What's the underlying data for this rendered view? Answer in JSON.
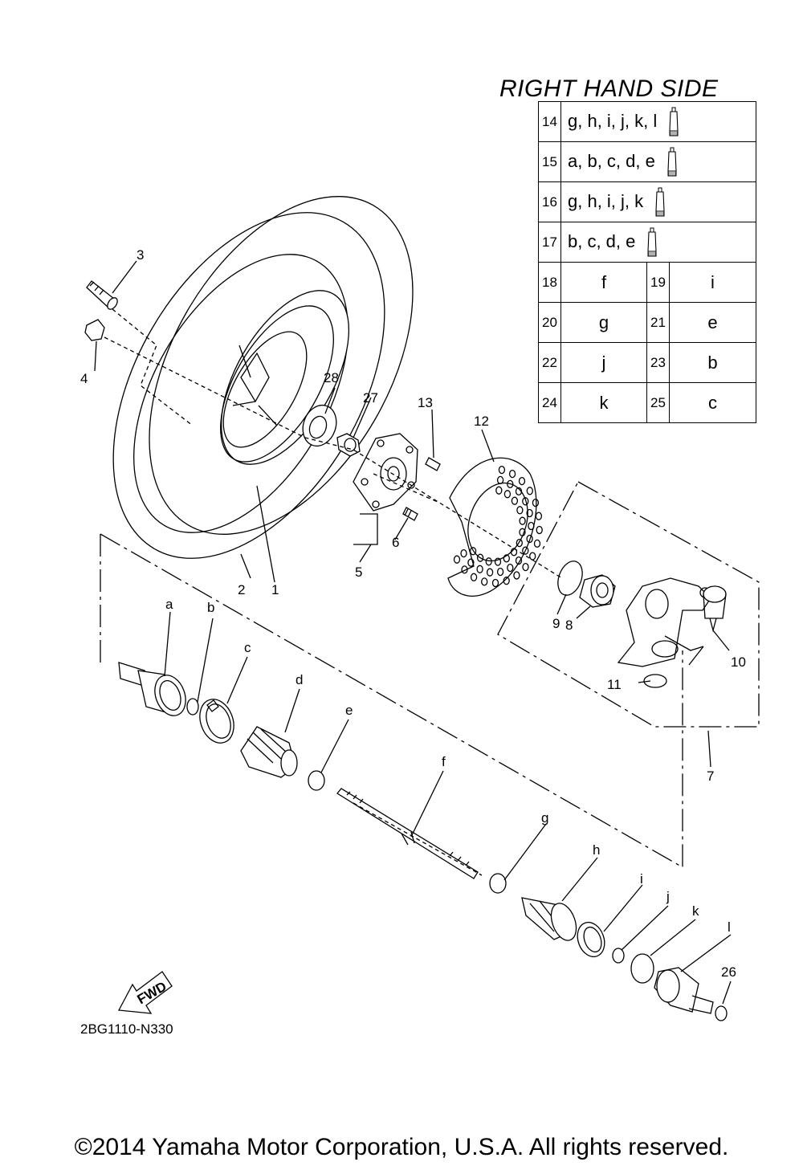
{
  "table": {
    "title": "RIGHT HAND SIDE",
    "wide_rows": [
      {
        "num": "14",
        "letters": "g, h, i, j, k, l"
      },
      {
        "num": "15",
        "letters": "a, b, c, d, e"
      },
      {
        "num": "16",
        "letters": "g, h, i, j, k"
      },
      {
        "num": "17",
        "letters": "b, c, d, e"
      }
    ],
    "pair_rows": [
      {
        "n1": "18",
        "v1": "f",
        "n2": "19",
        "v2": "i"
      },
      {
        "n1": "20",
        "v1": "g",
        "n2": "21",
        "v2": "e"
      },
      {
        "n1": "22",
        "v1": "j",
        "n2": "23",
        "v2": "b"
      },
      {
        "n1": "24",
        "v1": "k",
        "n2": "25",
        "v2": "c"
      }
    ]
  },
  "labels": {
    "l1": "1",
    "l2": "2",
    "l3": "3",
    "l4": "4",
    "l5": "5",
    "l6": "6",
    "l7": "7",
    "l8": "8",
    "l9": "9",
    "l10": "10",
    "l11": "11",
    "l12": "12",
    "l13": "13",
    "l26": "26",
    "l27": "27",
    "l28": "28",
    "la": "a",
    "lb": "b",
    "lc": "c",
    "ld": "d",
    "le": "e",
    "lf": "f",
    "lg": "g",
    "lh": "h",
    "li": "i",
    "lj": "j",
    "lk": "k",
    "ll": "l"
  },
  "fwd_badge": "FWD",
  "doc_id": "2BG1110-N330",
  "copyright": "©2014 Yamaha Motor Corporation, U.S.A. All rights reserved."
}
